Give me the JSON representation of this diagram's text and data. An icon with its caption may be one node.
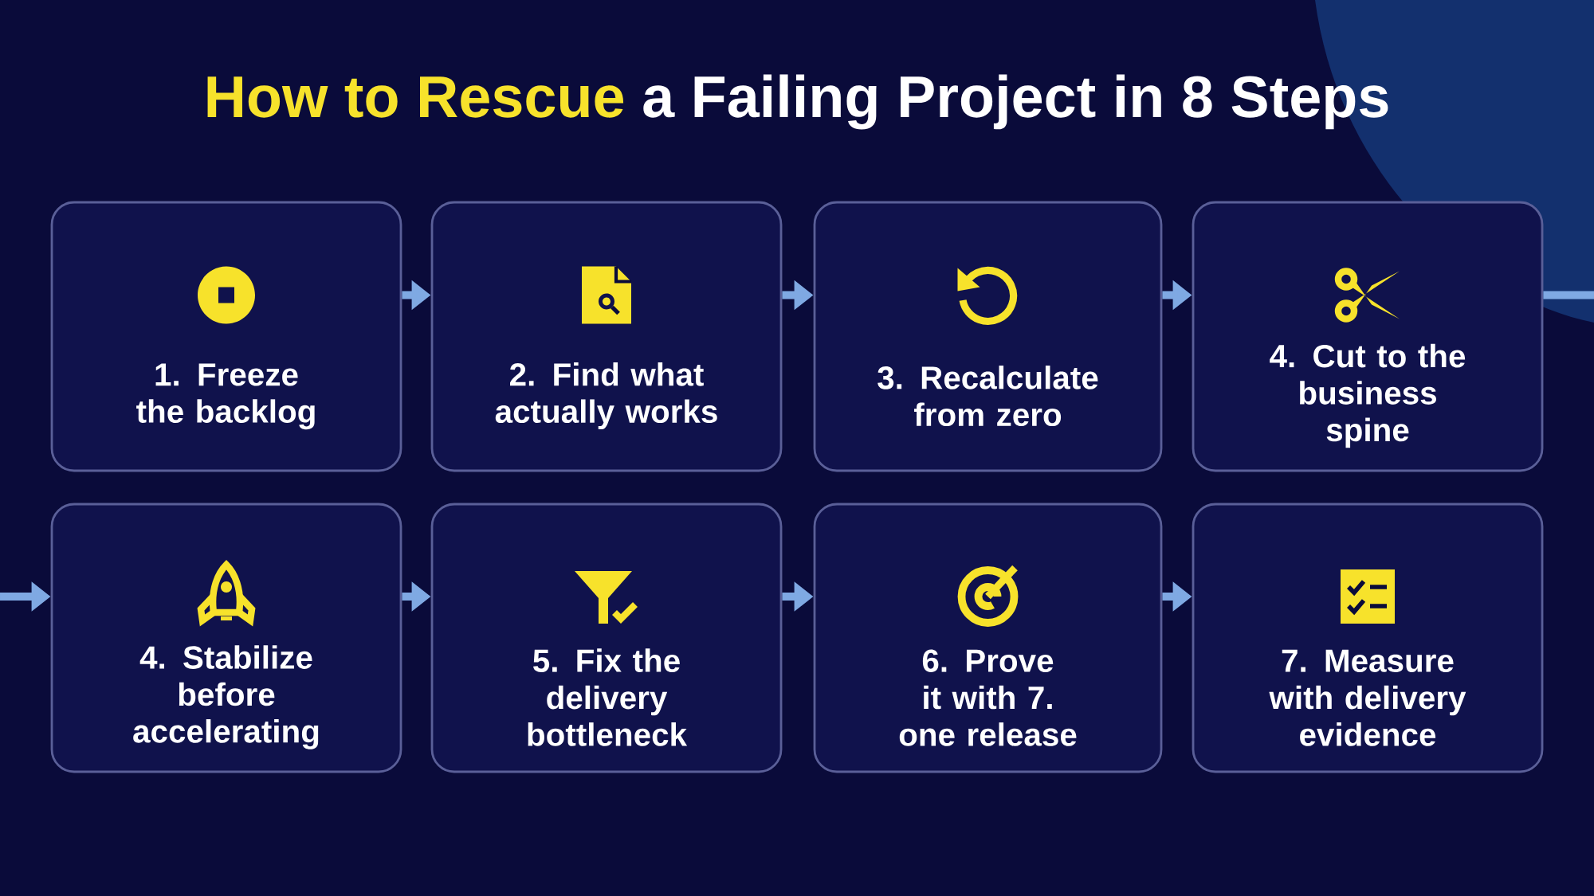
{
  "diagram": {
    "title": "**How to Rescue** a Failing Project in 8 Steps",
    "nodes": [
      {
        "text": [
          "1. Freeze the backlog"
        ]
      },
      {
        "text": [
          "2. Find what actually works"
        ]
      },
      {
        "text": [
          "3. Recalculate from zero"
        ]
      },
      {
        "text": [
          "4. Cut to the business spine"
        ]
      },
      {
        "text": [
          "4. Stabilize before accelerating"
        ]
      },
      {
        "text": [
          "5. Fix the delivery bottleneck"
        ]
      },
      {
        "text": [
          "6. Prove it with 7. one release"
        ]
      },
      {
        "text": [
          "7. Measure with delivery evidence"
        ]
      }
    ],
    "edges": [
      {
        "from": 0,
        "to": 1,
        "arrow": "to"
      },
      {
        "from": 1,
        "to": 2,
        "arrow": "to"
      },
      {
        "from": 2,
        "to": 3,
        "arrow": "to"
      },
      {
        "from": 3,
        "to": null,
        "arrow": "none"
      },
      {
        "from": null,
        "to": 4,
        "arrow": "to"
      },
      {
        "from": 4,
        "to": 5,
        "arrow": "to"
      },
      {
        "from": 5,
        "to": 6,
        "arrow": "to"
      },
      {
        "from": 6,
        "to": 7,
        "arrow": "to"
      }
    ]
  }
}
